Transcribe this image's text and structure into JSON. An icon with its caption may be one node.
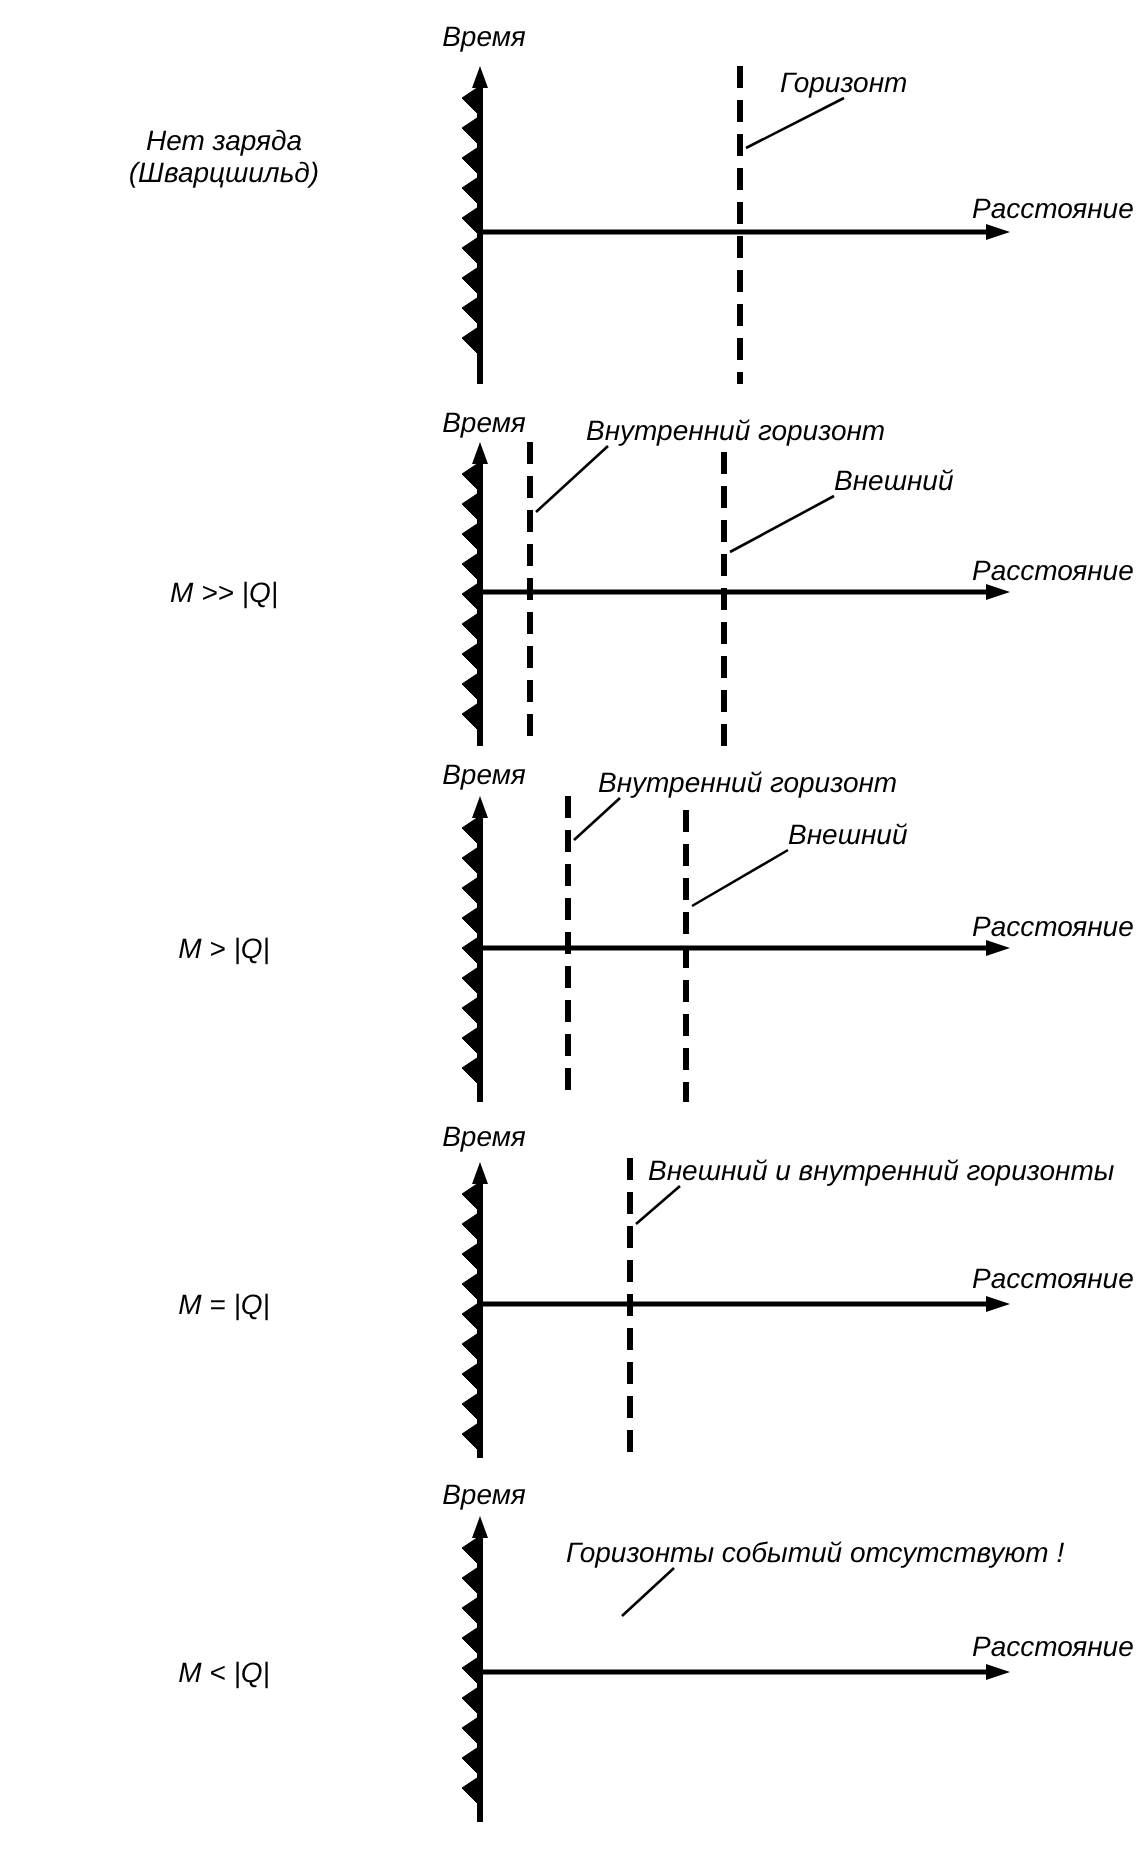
{
  "diagram": {
    "nodes": [
      {
        "text": [
          "Горизонт"
        ]
      },
      {
        "text": [],
        "shape": "line"
      },
      {
        "text": [
          "Внутренний горизонт"
        ]
      },
      {
        "text": [],
        "shape": "line"
      },
      {
        "text": [
          "Внешний"
        ]
      },
      {
        "text": [],
        "shape": "line"
      },
      {
        "text": [
          "Внутренний горизонт"
        ]
      },
      {
        "text": [],
        "shape": "line"
      },
      {
        "text": [
          "Внешний"
        ]
      },
      {
        "text": [],
        "shape": "line"
      },
      {
        "text": [
          "Внешний и внутренний горизонты"
        ]
      },
      {
        "text": [],
        "shape": "line"
      },
      {
        "text": [
          "Горизонты событий отсутствуют !"
        ]
      }
    ],
    "edges": [
      {
        "from": 0,
        "to": 1,
        "arrow": "none"
      },
      {
        "from": 2,
        "to": 3,
        "arrow": "none"
      },
      {
        "from": 4,
        "to": 5,
        "arrow": "none"
      },
      {
        "from": 6,
        "to": 7,
        "arrow": "none"
      },
      {
        "from": 8,
        "to": 9,
        "arrow": "none"
      },
      {
        "from": 10,
        "to": 11,
        "arrow": "none"
      },
      {
        "from": 12,
        "to": null,
        "arrow": "none"
      }
    ],
    "labels": [
      "Время",
      "Нет заряда (Шварцшильд)",
      "Расстояние",
      "Время",
      "M >> |Q|",
      "Расстояние",
      "Время",
      "M > |Q|",
      "Расстояние",
      "Время",
      "M = |Q|",
      "Расстояние",
      "Время",
      "M < |Q|",
      "Расстояние"
    ]
  }
}
